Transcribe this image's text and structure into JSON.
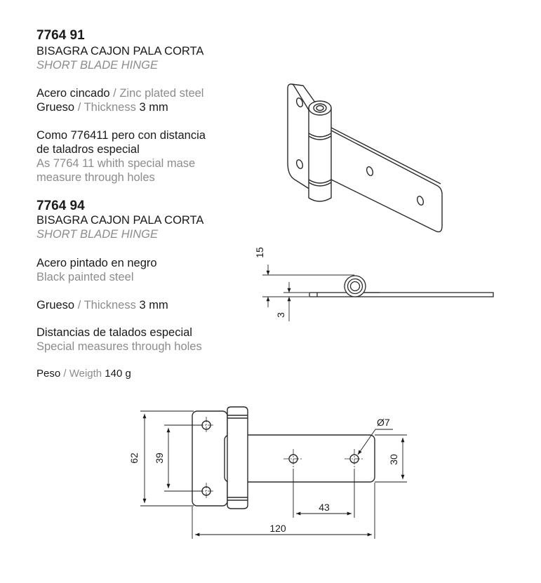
{
  "product1": {
    "code": "7764 91",
    "name_es": "BISAGRA CAJON PALA CORTA",
    "name_en": "SHORT BLADE HINGE",
    "material_es": "Acero cincado",
    "sep": " / ",
    "material_en": "Zinc plated steel",
    "thickness_es": "Grueso",
    "thickness_en": "Thickness",
    "thickness_val": " 3 mm",
    "note_es_1": "Como 776411 pero con distancia",
    "note_es_2": "de taladros especial",
    "note_en_1": "As 7764 11 whith special mase",
    "note_en_2": "measure through holes"
  },
  "product2": {
    "code": "7764 94",
    "name_es": "BISAGRA CAJON PALA CORTA",
    "name_en": "SHORT BLADE HINGE",
    "material_es": "Acero pintado en negro",
    "material_en": "Black painted steel",
    "thickness_es": "Grueso",
    "thickness_en": "Thickness",
    "thickness_val": " 3 mm",
    "holes_es": "Distancias de talados especial",
    "holes_en": "Special measures through holes",
    "weight_es": "Peso",
    "weight_en": "Weigth",
    "weight_val": " 140 g"
  },
  "dimensions": {
    "side_15": "15",
    "side_3": "3",
    "hole_dia": "Ø7",
    "height_62": "62",
    "spacing_39": "39",
    "blade_30": "30",
    "spacing_43": "43",
    "length_120": "120"
  }
}
